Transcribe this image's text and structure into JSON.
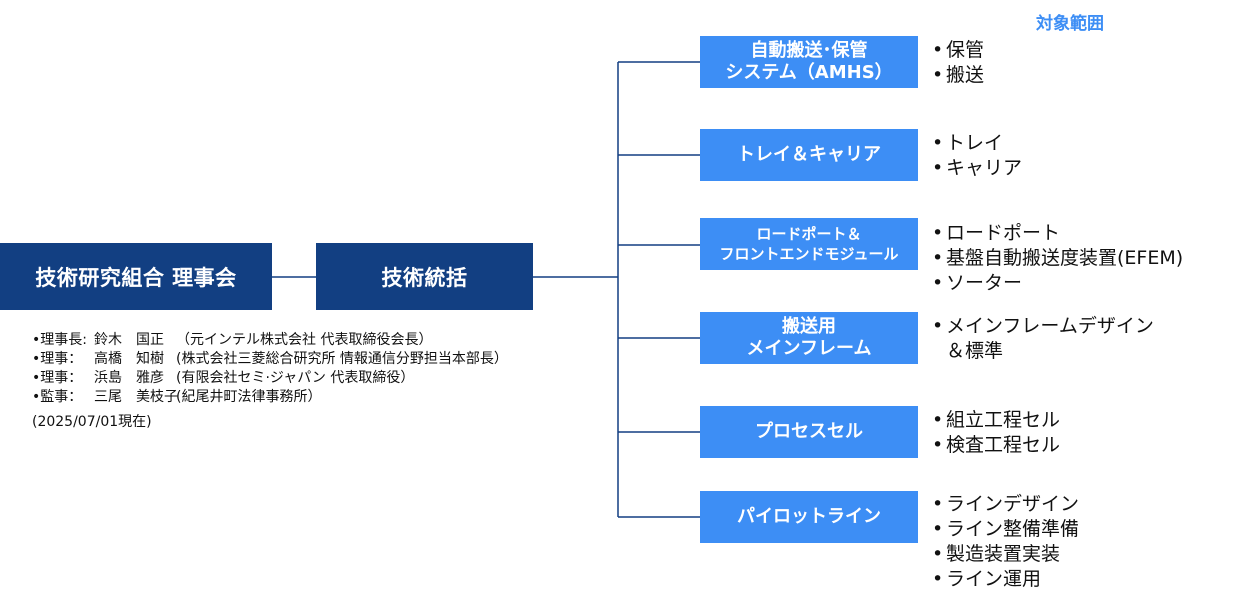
{
  "board": {
    "label": "技術研究組合 理事会"
  },
  "integration": {
    "label": "技術統括"
  },
  "scope_header": "対象範囲",
  "members": [
    {
      "role": "•理事長:",
      "name": "鈴木　国正",
      "affiliation": "（元インテル株式会社 代表取締役会長）"
    },
    {
      "role": "•理事：",
      "name": "高橋　知樹",
      "affiliation": "(株式会社三菱総合研究所 情報通信分野担当本部長）"
    },
    {
      "role": "•理事：",
      "name": "浜島　雅彦",
      "affiliation": "(有限会社セミ·ジャパン 代表取締役）"
    },
    {
      "role": "•監事：",
      "name": "三尾　美枝子",
      "affiliation": "(紀尾井町法律事務所）"
    }
  ],
  "as_of": "(2025/07/01現在)",
  "categories": [
    {
      "lines": [
        "自動搬送･保管",
        "システム（AMHS）"
      ],
      "items": [
        "保管",
        "搬送"
      ]
    },
    {
      "lines": [
        "トレイ＆キャリア"
      ],
      "items": [
        "トレイ",
        "キャリア"
      ]
    },
    {
      "lines": [
        "ロードポート＆",
        "フロントエンドモジュール"
      ],
      "items": [
        "ロードポート",
        "基盤自動搬送度装置(EFEM)",
        "ソーター"
      ]
    },
    {
      "lines": [
        "搬送用",
        "メインフレーム"
      ],
      "items": [
        "メインフレームデザイン",
        "＆標準"
      ]
    },
    {
      "lines": [
        "プロセスセル"
      ],
      "items": [
        "組立工程セル",
        "検査工程セル"
      ]
    },
    {
      "lines": [
        "パイロットライン"
      ],
      "items": [
        "ラインデザイン",
        "ライン整備準備",
        "製造装置実装",
        "ライン運用"
      ]
    }
  ],
  "colors": {
    "dark_box": "#123f82",
    "blue_box": "#3d8ef5",
    "connector": "#123f82",
    "scope_header": "#3d8ef5"
  }
}
